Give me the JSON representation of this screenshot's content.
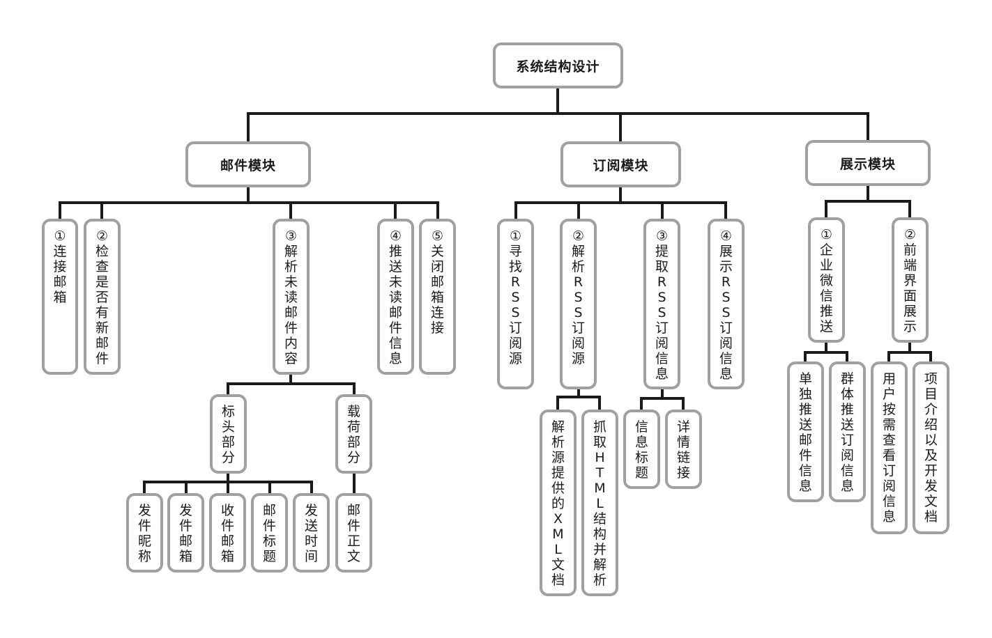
{
  "root": "系统结构设计",
  "email_module": {
    "title": "邮件模块",
    "steps": [
      "①连接邮箱",
      "②检查是否有新邮件",
      "③解析未读邮件内容",
      "④推送未读邮件信息",
      "⑤关闭邮箱连接"
    ],
    "parse_parts": [
      "标头部分",
      "载荷部分"
    ],
    "header_fields": [
      "发件昵称",
      "发件邮箱",
      "收件邮箱",
      "邮件标题",
      "发送时间"
    ],
    "payload_fields": [
      "邮件正文"
    ]
  },
  "subscription_module": {
    "title": "订阅模块",
    "steps": [
      "①寻找RSS订阅源",
      "②解析RSS订阅源",
      "③提取RSS订阅信息",
      "④展示RSS订阅信息"
    ],
    "parse_methods": [
      "解析源提供的XML文档",
      "抓取HTML结构并解析"
    ],
    "extract_fields": [
      "信息标题",
      "详情链接"
    ]
  },
  "display_module": {
    "title": "展示模块",
    "parts": [
      "①企业微信推送",
      "②前端界面展示"
    ],
    "wecom_items": [
      "单独推送邮件信息",
      "群体推送订阅信息"
    ],
    "frontend_items": [
      "用户按需查看订阅信息",
      "项目介绍以及开发文档"
    ]
  }
}
